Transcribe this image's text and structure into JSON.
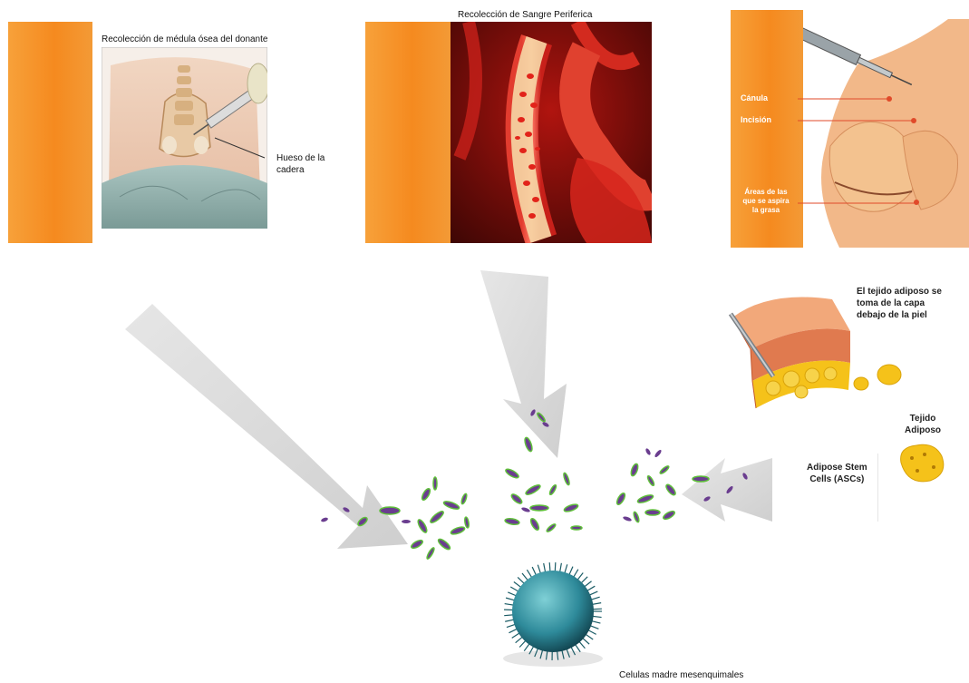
{
  "panel_marrow": {
    "title": "Recolección de médula ósea del donante",
    "hip_label_line1": "Hueso de la",
    "hip_label_line2": "cadera"
  },
  "panel_blood": {
    "title": "Recolección de Sangre Periferica"
  },
  "panel_lipo": {
    "label_cannula": "Cánula",
    "label_incision": "Incisión",
    "label_areas_line1": "Áreas de las",
    "label_areas_line2": "que se aspira",
    "label_areas_line3": "la grasa"
  },
  "adipose": {
    "caption_line1": "El tejido adiposo se",
    "caption_line2": "toma de la capa",
    "caption_line3": "debajo de la piel",
    "tissue_label_line1": "Tejido",
    "tissue_label_line2": "Adiposo",
    "asc_label_line1": "Adipose Stem",
    "asc_label_line2": "Cells (ASCs)"
  },
  "result": {
    "label": "Celulas madre mesenquimales"
  },
  "colors": {
    "orange": "#f58a1f",
    "arrow_gray": "#d9d9d9",
    "cell_fill": "#6a3d8f",
    "cell_outline": "#5fbf3a",
    "blood_red": "#c8201a",
    "stem_cell": "#2e8a9a"
  }
}
